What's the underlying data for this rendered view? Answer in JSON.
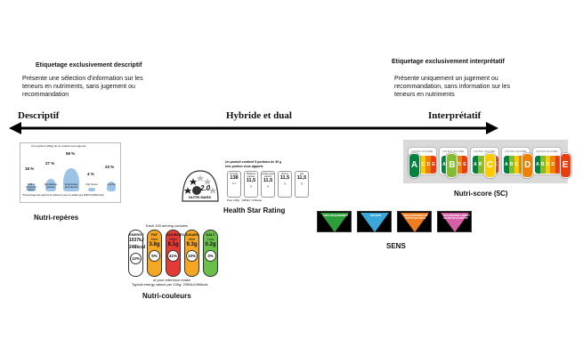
{
  "header_left": {
    "title": "Etiquetage exclusivement descriptif",
    "text": "Présente une sélection d'information sur les teneurs en nutriments, sans jugement ou recommandation"
  },
  "header_right": {
    "title": "Etiquetage exclusivement interprétatif",
    "text": "Présente uniquement un jugement ou recommandation, sans information sur les teneurs en nutriments"
  },
  "axis": {
    "left": "Descriptif",
    "middle": "Hybride et dual",
    "right": "Interprétatif",
    "line_color": "#000000"
  },
  "captions": {
    "nutri_reperes": "Nutri-repères",
    "health_star": "Health Star Rating",
    "nutri_score": "Nutri-score (5C)",
    "sens": "SENS",
    "nutri_couleurs": "Nutri-couleurs"
  },
  "nutri_reperes": {
    "header": "Une portion (100g) de ce produit vous apporte",
    "footnote": "*Pourcentage des apports de référence pour un adulte type (8400 kJ/2000 kcal)",
    "items": [
      {
        "pct": "18 %",
        "label": "1436 kJ Kilojoules/ Calories",
        "level": 0.18
      },
      {
        "pct": "27 %",
        "label": "10g Matières grasses",
        "level": 0.27
      },
      {
        "pct": "59 %",
        "label": "11,8g Acides gras saturés",
        "level": 0.59
      },
      {
        "pct": "4 %",
        "label": "3,6g Sucres",
        "level": 0.04
      },
      {
        "pct": "23 %",
        "label": "1,4g Sel",
        "level": 0.23
      }
    ]
  },
  "nutri_couleurs": {
    "header": "Each 100 serving contains",
    "energy_label": "ENERGY",
    "energy_kj": "1037kJ",
    "energy_kcal": "248kcal",
    "energy_pct": "12%",
    "items": [
      {
        "name": "FAT",
        "level": "Med",
        "value": "3.8g",
        "pct": "5%",
        "color": "#f5a623"
      },
      {
        "name": "SATURATES",
        "level": "High",
        "value": "8.1g",
        "pct": "41%",
        "color": "#e53935"
      },
      {
        "name": "SUGARS",
        "level": "Med",
        "value": "9.3g",
        "pct": "10%",
        "color": "#f5a623"
      },
      {
        "name": "SALT",
        "level": "Low",
        "value": "0.2g",
        "pct": "3%",
        "color": "#6abf4b"
      }
    ],
    "footer1": "of your reference intake",
    "footer2": "Typical energy values per 100g: 2050kJ/490kcal"
  },
  "health_star": {
    "header1": "Un produit contient 5 portions de 30 g",
    "header2": "Une portion vous apporte",
    "rating": "2.0",
    "mark": "NUTRI MARK",
    "columns": [
      {
        "name": "Energie",
        "value": "138",
        "unit": "kJ"
      },
      {
        "name": "Matières grasses",
        "value": "11,5",
        "unit": "g"
      },
      {
        "name": "Acides gras saturés",
        "value": "11,5",
        "unit": "g"
      },
      {
        "name": "Sucres",
        "value": "11,5",
        "unit": "g"
      },
      {
        "name": "Sel",
        "value": "11,5",
        "unit": "g"
      }
    ],
    "footer": "Pour 100g : 1383kJ / 331kcal"
  },
  "nutri_score": {
    "card_title": "NUTRI-SCORE",
    "letters": [
      "A",
      "B",
      "C",
      "D",
      "E"
    ],
    "colors": [
      "#038141",
      "#85bb2f",
      "#fecb02",
      "#ee8100",
      "#e63e11"
    ],
    "selected": [
      0,
      1,
      2,
      3,
      4
    ]
  },
  "sens": {
    "items": [
      {
        "text": "TRÈS FRÉQUEMMENT",
        "color": "#2e9e3a"
      },
      {
        "text": "SOUVENT",
        "color": "#3aa7d8"
      },
      {
        "text": "RÉGULIÈREMENT EN PETITE QUANTITÉ",
        "color": "#f07d1d"
      },
      {
        "text": "OCCASIONNELLEMENT EN PETITE QUANTITÉ",
        "color": "#d55ea6"
      }
    ]
  }
}
